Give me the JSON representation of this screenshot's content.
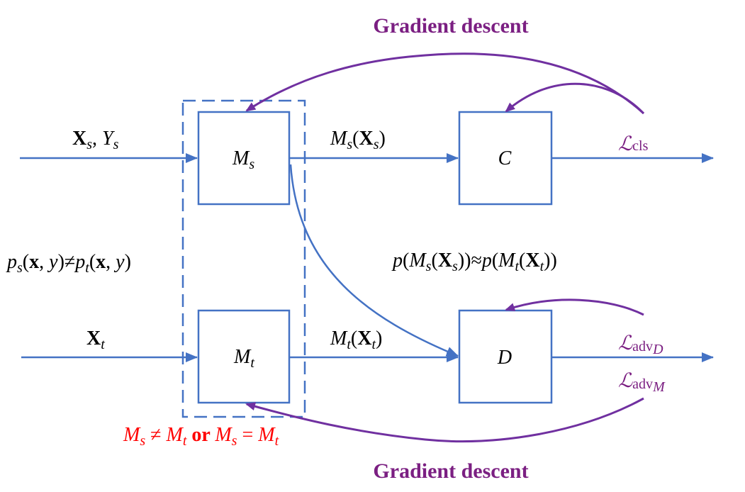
{
  "colors": {
    "line": "#4472C4",
    "gradient": "#7030A0",
    "loss": "#7B1F82",
    "note": "#FF0000"
  },
  "titles": {
    "top": "Gradient descent",
    "bottom": "Gradient descent"
  },
  "boxes": {
    "ms": [
      "M",
      "s"
    ],
    "mt": [
      "M",
      "t"
    ],
    "c": "C",
    "d": "D"
  },
  "inputs": {
    "source": [
      "X",
      "s",
      ", ",
      "Y",
      "s"
    ],
    "target": [
      "X",
      "t"
    ]
  },
  "features": {
    "source": [
      "M",
      "s",
      "(",
      "X",
      "s",
      ")"
    ],
    "target": [
      "M",
      "t",
      "(",
      "X",
      "t",
      ")"
    ]
  },
  "distribution_note": [
    "p",
    "s",
    "(",
    "x",
    ", ",
    "y",
    ")≠",
    "p",
    "t",
    "(",
    "x",
    ", ",
    "y",
    ")"
  ],
  "alignment_note": [
    "p",
    "(",
    "M",
    "s",
    "(",
    "X",
    "s",
    "))≈",
    "p",
    "(",
    "M",
    "t",
    "(",
    "X",
    "t",
    "))"
  ],
  "losses": {
    "cls": [
      "ℒ",
      "cls"
    ],
    "adv_d": [
      "ℒ",
      "adv",
      "D"
    ],
    "adv_m": [
      "ℒ",
      "adv",
      "M"
    ]
  },
  "sharing_note": [
    "M",
    "s",
    " ≠ ",
    "M",
    "t",
    " or ",
    "M",
    "s",
    " = ",
    "M",
    "t"
  ]
}
